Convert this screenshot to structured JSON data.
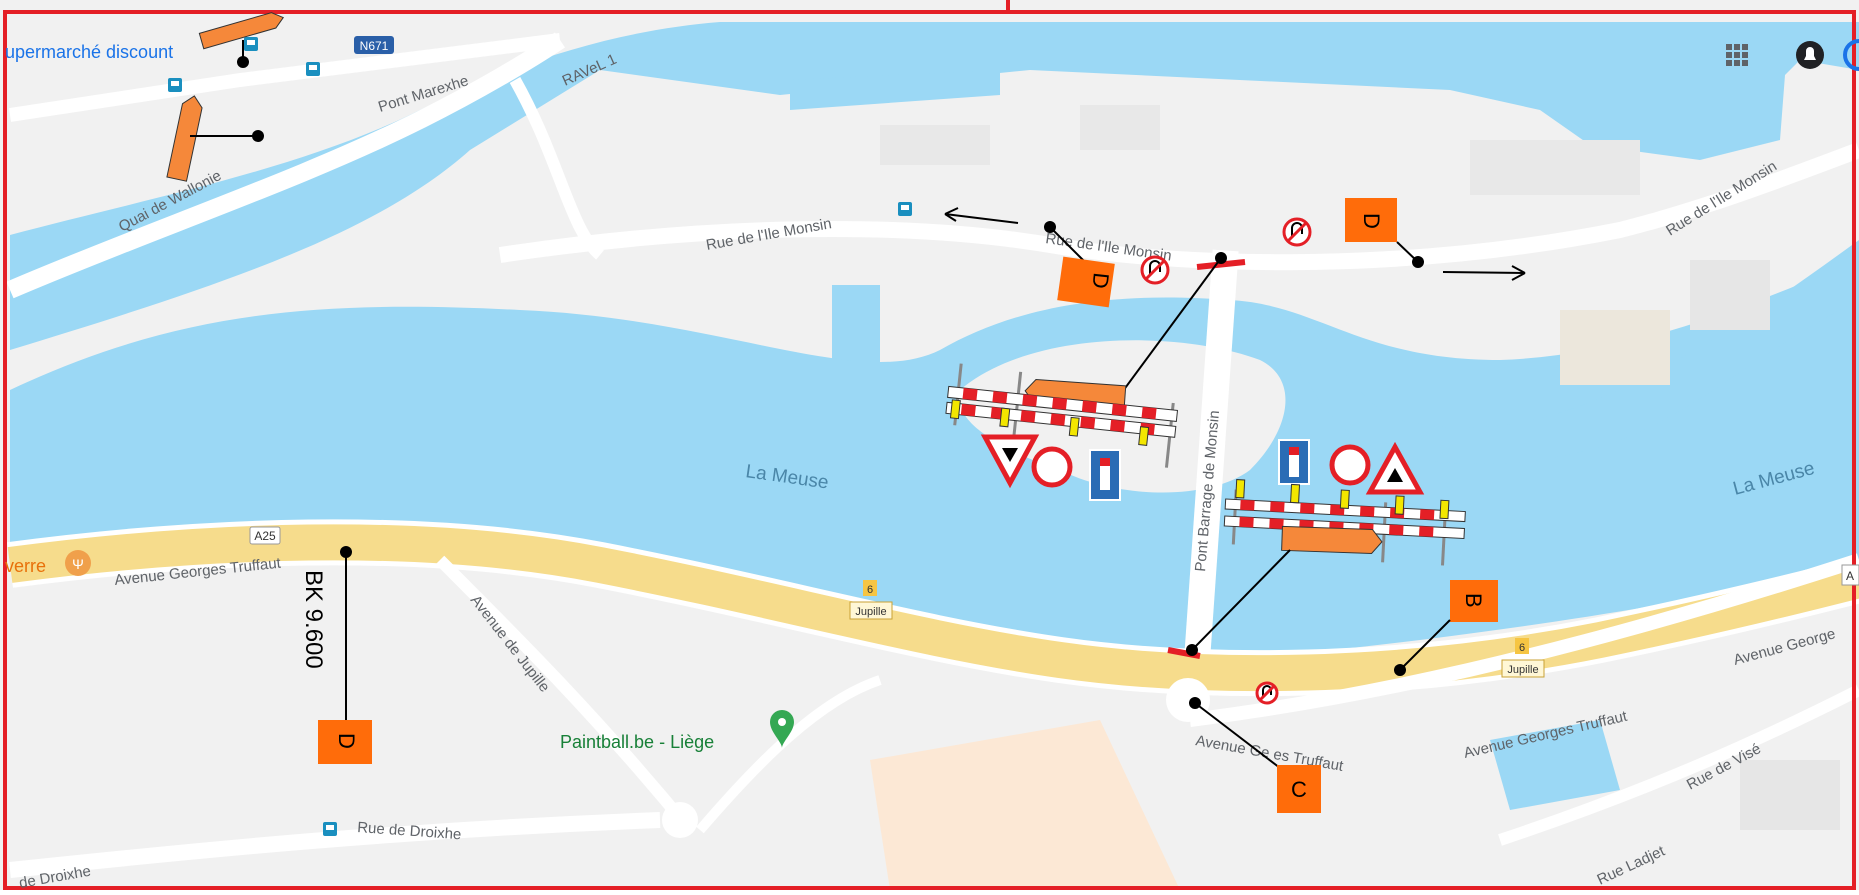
{
  "map": {
    "labels": {
      "supermarket": "upermarché discount",
      "n671": "N671",
      "ravel": "RAVeL 1",
      "pont_marexhe": "Pont Marexhe",
      "quai_wallonie": "Quai de Wallonie",
      "ile_monsin_1": "Rue de l'Ile Monsin",
      "ile_monsin_2": "Rue de l'Ile Monsin",
      "ile_monsin_3": "Rue de l'Ile Monsin",
      "pont_barrage": "Pont Barrage de Monsin",
      "meuse_left": "La Meuse",
      "meuse_right": "La Meuse",
      "a25": "A25",
      "a_right": "A",
      "verre": "verre",
      "georges_truffaut_1": "Avenue Georges Truffaut",
      "georges_truffaut_2": "Avenue Georges Truffaut",
      "georges_truffaut_3": "Avenue George",
      "georges_truffaut_4": "Avenue Ge  es Truffaut",
      "avenue_jupille": "Avenue de Jupille",
      "jupille_num_1": "6",
      "jupille_name_1": "Jupille",
      "jupille_num_2": "6",
      "jupille_name_2": "Jupille",
      "paintball": "Paintball.be - Liège",
      "rue_droixhe": "Rue de Droixhe",
      "de_droixhe": "de Droixhe",
      "rue_vise": "Rue de Visé",
      "rue_ladjet": "Rue Ladjet"
    },
    "annotations": {
      "bk": "BK 9.600",
      "d_top_left": "D",
      "d_top_right": "D",
      "d_bottom": "D",
      "b": "B",
      "c": "C"
    },
    "icons": [
      "apps-grid-icon",
      "notifications-icon",
      "bus-stop-icon",
      "restaurant-icon",
      "place-pin-icon",
      "no-u-turn-icon",
      "road-works-icon",
      "one-way-icon",
      "no-entry-icon",
      "yield-icon",
      "barrier-icon",
      "arrow-board-icon"
    ],
    "colors": {
      "water": "#9bd8f5",
      "land": "#f1f1f1",
      "highway": "#f6dc8c",
      "frame": "#e41f26",
      "callout": "#ff6c0a"
    }
  }
}
